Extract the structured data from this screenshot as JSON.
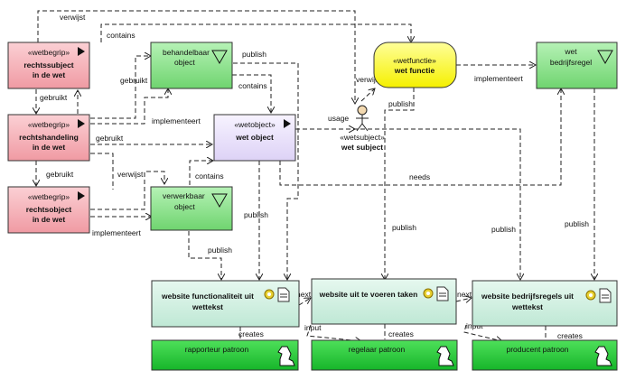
{
  "diagram": {
    "nodes": {
      "rechtssubject": {
        "stereotype": "«wetbegrip»",
        "line1": "rechtssubject",
        "line2": "in de wet"
      },
      "rechtshandeling": {
        "stereotype": "«wetbegrip»",
        "line1": "rechtshandeling",
        "line2": "in de wet"
      },
      "rechtsobject": {
        "stereotype": "«wetbegrip»",
        "line1": "rechtsobject",
        "line2": "in de wet"
      },
      "behandelbaar": {
        "line1": "behandelbaar",
        "line2": "object"
      },
      "verwerkbaar": {
        "line1": "verwerkbaar",
        "line2": "object"
      },
      "wetobject": {
        "stereotype": "«wetobject»",
        "title": "wet object"
      },
      "wetfunctie": {
        "stereotype": "«wetfunctie»",
        "title": "wet functie"
      },
      "wetsubject": {
        "stereotype": "«wetsubject»",
        "title": "wet subject"
      },
      "bedrijfsregel": {
        "line1": "wet",
        "line2": "bedrijfsregel"
      },
      "site_functionaliteit": {
        "line1": "website functionaliteit uit",
        "line2": "wettekst"
      },
      "site_taken": {
        "line1": "website uit te voeren taken"
      },
      "site_bedrijfsregels": {
        "line1": "website bedrijfsregels uit",
        "line2": "wettekst"
      },
      "rapporteur": {
        "title": "rapporteur patroon"
      },
      "regelaar": {
        "title": "regelaar patroon"
      },
      "producent": {
        "title": "producent patroon"
      }
    },
    "labels": {
      "verwijst_top": "verwijst",
      "contains_top": "contains",
      "publish_beh": "publish",
      "verwijst_func": "verwijst",
      "implementeert_func": "implementeert",
      "gebruikt_1": "gebruikt",
      "gebruikt_2": "gebruikt",
      "contains_mid": "contains",
      "usage": "usage",
      "publish_func": "publish",
      "implementeert_mid": "implementeert",
      "gebruikt_3": "gebruikt",
      "gebruikt_4": "gebruikt",
      "verwijst_low": "verwijst",
      "contains_low": "contains",
      "needs": "needs",
      "publish_obj": "publish",
      "implementeert_low": "implementeert",
      "publish_verw": "publish",
      "publish_subj": "publish",
      "publish_needs": "publish",
      "publish_bedr": "publish",
      "next_1": "next",
      "next_2": "next",
      "input_1": "input",
      "input_2": "input",
      "creates_1": "creates",
      "creates_2": "creates",
      "creates_3": "creates"
    },
    "colors": {
      "wetbegrip": "#f4a6ad",
      "object": "#8fe08f",
      "wetobject": "#e9e1fa",
      "wetfunctie": "#ffff55",
      "website": "#cdeee0",
      "patroon": "#2fcc3e"
    }
  }
}
